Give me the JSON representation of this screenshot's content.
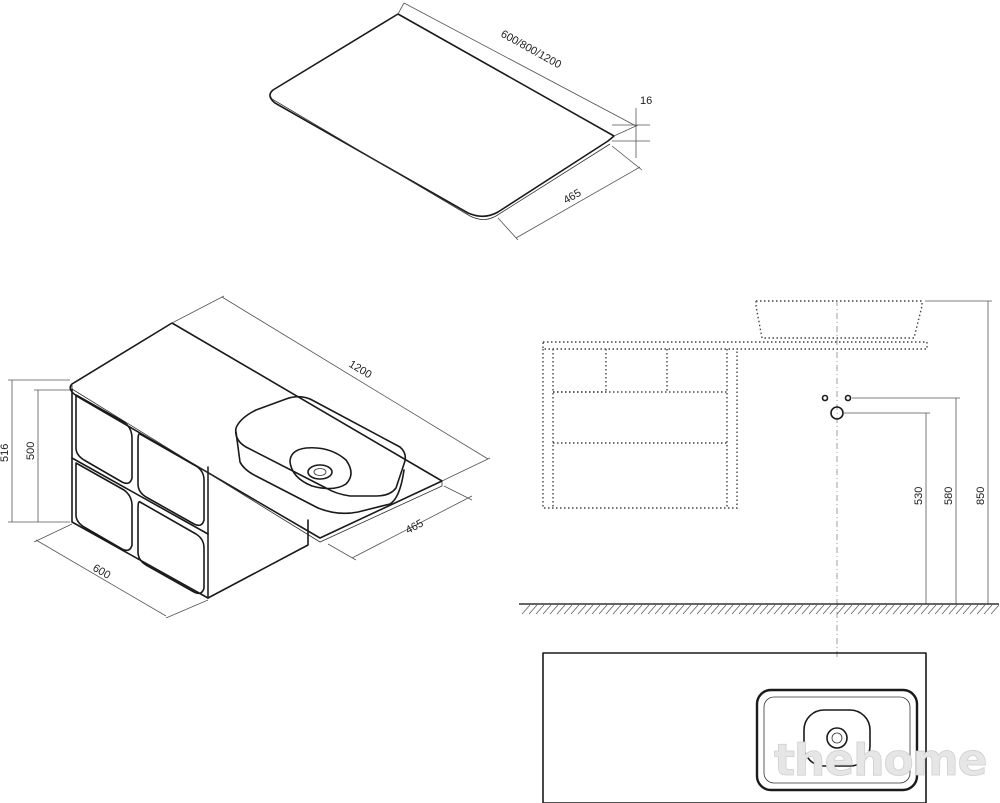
{
  "dimensions": {
    "top_length": "600/800/1200",
    "top_thickness": "16",
    "top_depth": "465",
    "iso_length": "1200",
    "iso_depth": "465",
    "iso_width": "600",
    "iso_height_outer": "516",
    "iso_height_inner": "500",
    "height_530": "530",
    "height_580": "580",
    "height_850": "850"
  },
  "watermark": "thehome"
}
